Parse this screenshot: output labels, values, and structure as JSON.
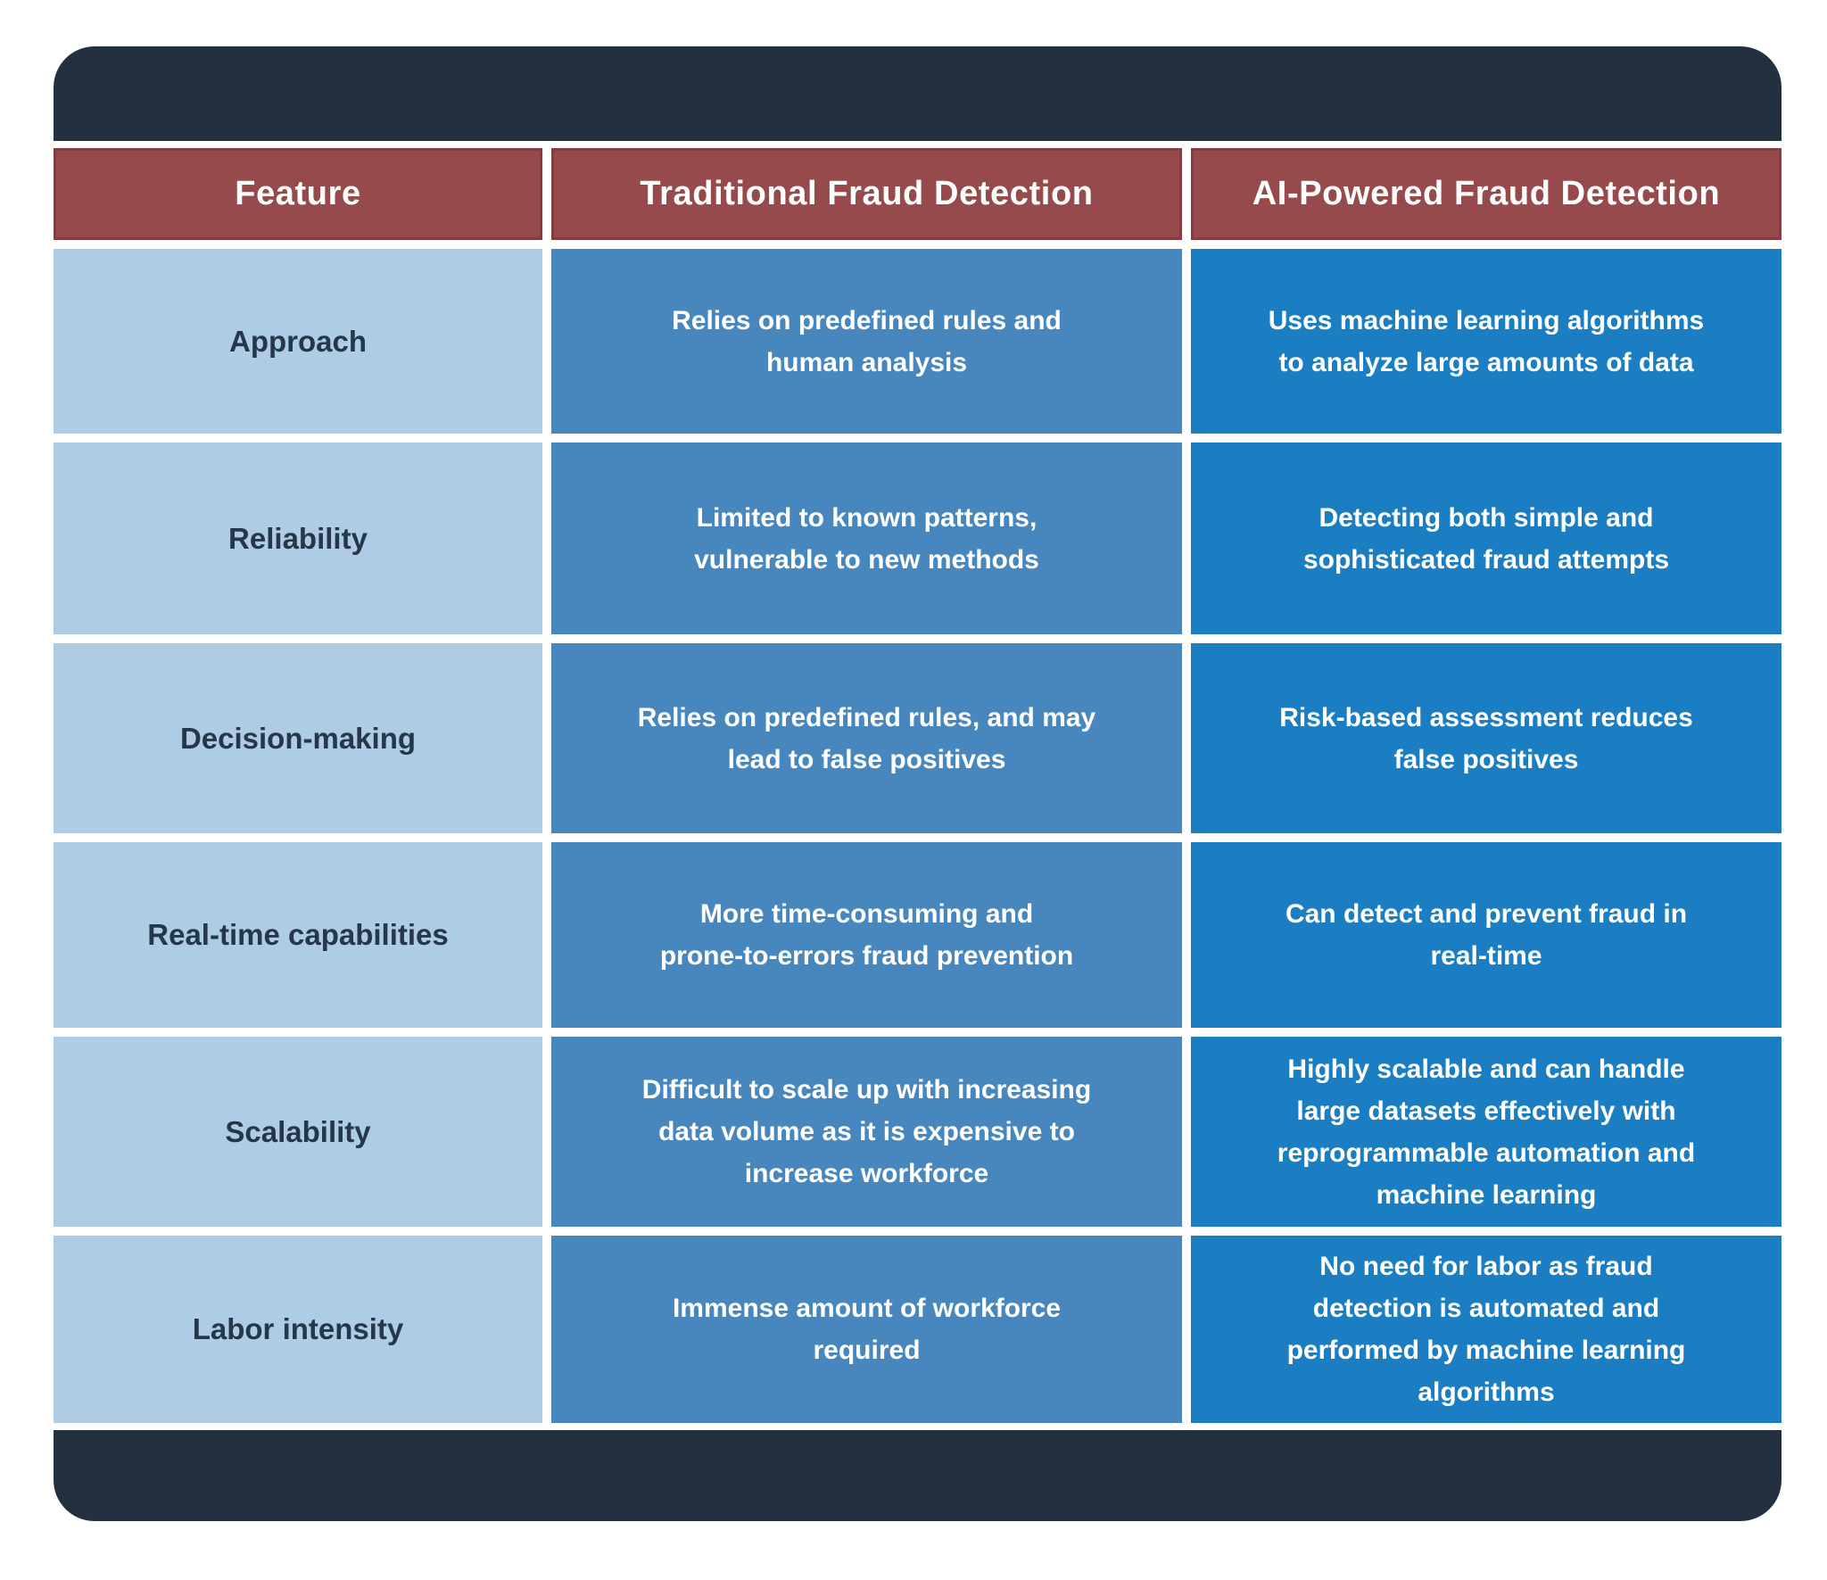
{
  "chart_data": {
    "type": "table",
    "title": "",
    "columns": [
      "Feature",
      "Traditional Fraud Detection",
      "AI-Powered Fraud Detection"
    ],
    "rows": [
      [
        "Approach",
        "Relies on predefined rules and\nhuman analysis",
        "Uses machine learning algorithms\nto analyze large amounts of data"
      ],
      [
        "Reliability",
        "Limited to known patterns,\nvulnerable to new methods",
        "Detecting both simple and\nsophisticated fraud attempts"
      ],
      [
        "Decision-making",
        "Relies on predefined rules, and may\nlead to false positives",
        "Risk-based assessment reduces\nfalse positives"
      ],
      [
        "Real-time capabilities",
        "More time-consuming and\nprone-to-errors fraud prevention",
        "Can detect and prevent fraud in\nreal-time"
      ],
      [
        "Scalability",
        "Difficult to scale up with increasing\ndata volume as it is expensive to\nincrease workforce",
        "Highly scalable and can handle\nlarge datasets effectively with\nreprogrammable automation and\nmachine learning"
      ],
      [
        "Labor intensity",
        "Immense amount of workforce\nrequired",
        "No need for labor as fraud\ndetection is automated and\nperformed by machine learning\nalgorithms"
      ]
    ],
    "layout": {
      "grid": "white 10px separators",
      "legend": "none"
    }
  },
  "colors": {
    "canvas_background": "#ffffff",
    "card_navy": "#23303F",
    "header_maroon": "#964A4B",
    "feature_column_blue": "#AECDE4",
    "traditional_column_blue": "#4787BE",
    "ai_column_blue": "#1B7DC2",
    "feature_text": "#26374A",
    "header_text": "#ffffff",
    "body_text": "#ffffff"
  }
}
